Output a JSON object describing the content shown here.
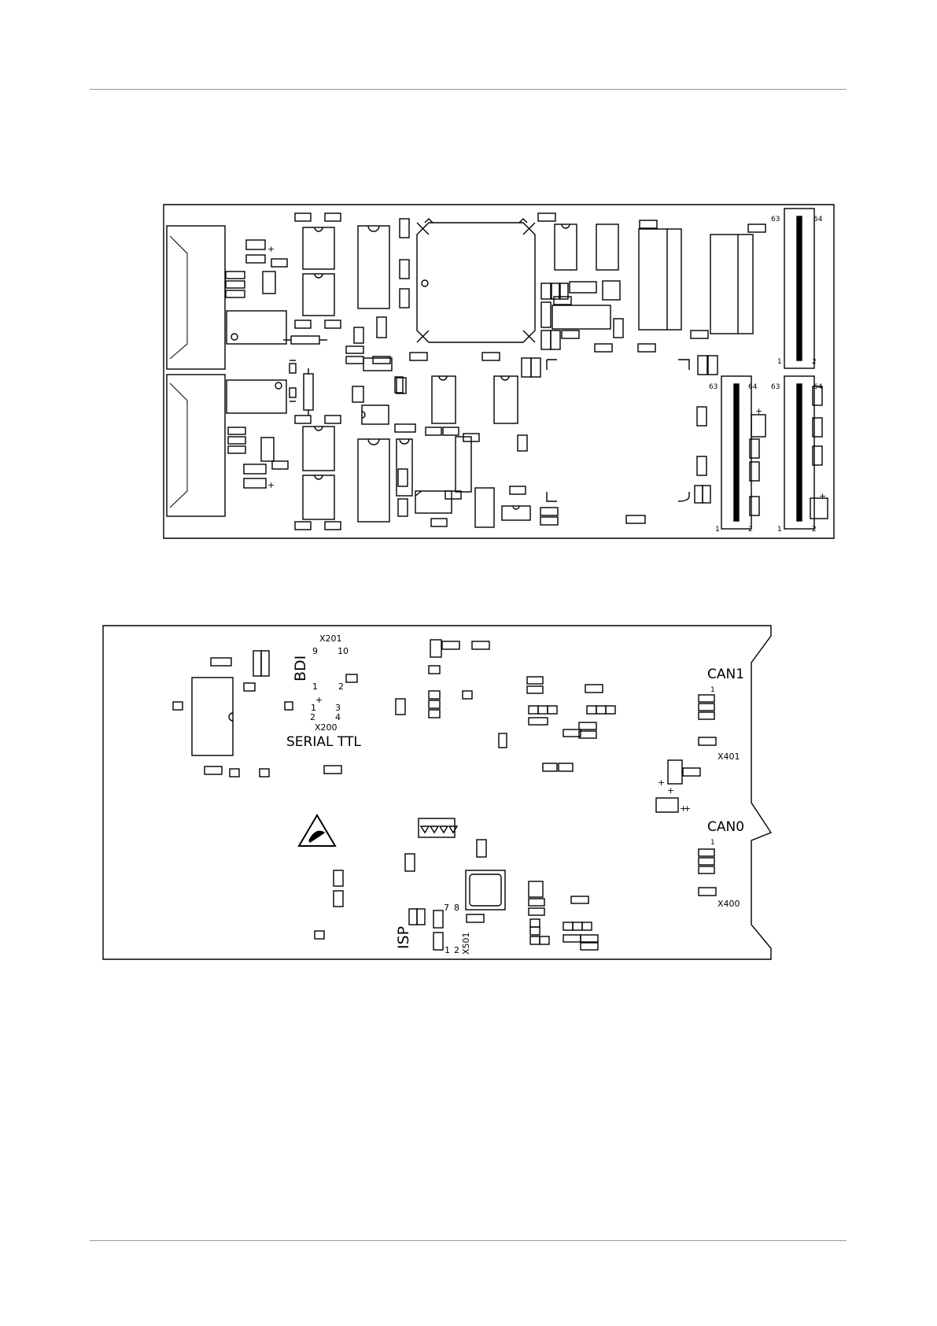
{
  "top_board": {
    "pin_labels": {
      "p63": "63",
      "p64": "64",
      "p1": "1",
      "p2": "2"
    },
    "plus": "+"
  },
  "bottom_board": {
    "x201": "X201",
    "bdi": "BDI",
    "bdi_pins": {
      "p9": "9",
      "p10": "10",
      "p1": "1",
      "p2": "2"
    },
    "x200": "X200",
    "x200_pins": {
      "p1": "1",
      "p2": "2",
      "p3": "3",
      "p4": "4"
    },
    "serial": "SERIAL TTL",
    "can1": "CAN1",
    "can1_pin": "1",
    "x401": "X401",
    "can0": "CAN0",
    "can0_pin": "1",
    "x400": "X400",
    "isp": "ISP",
    "x501": "X501",
    "isp_pins": {
      "p7": "7",
      "p8": "8",
      "p1": "1",
      "p2": "2"
    },
    "plus": "+"
  }
}
